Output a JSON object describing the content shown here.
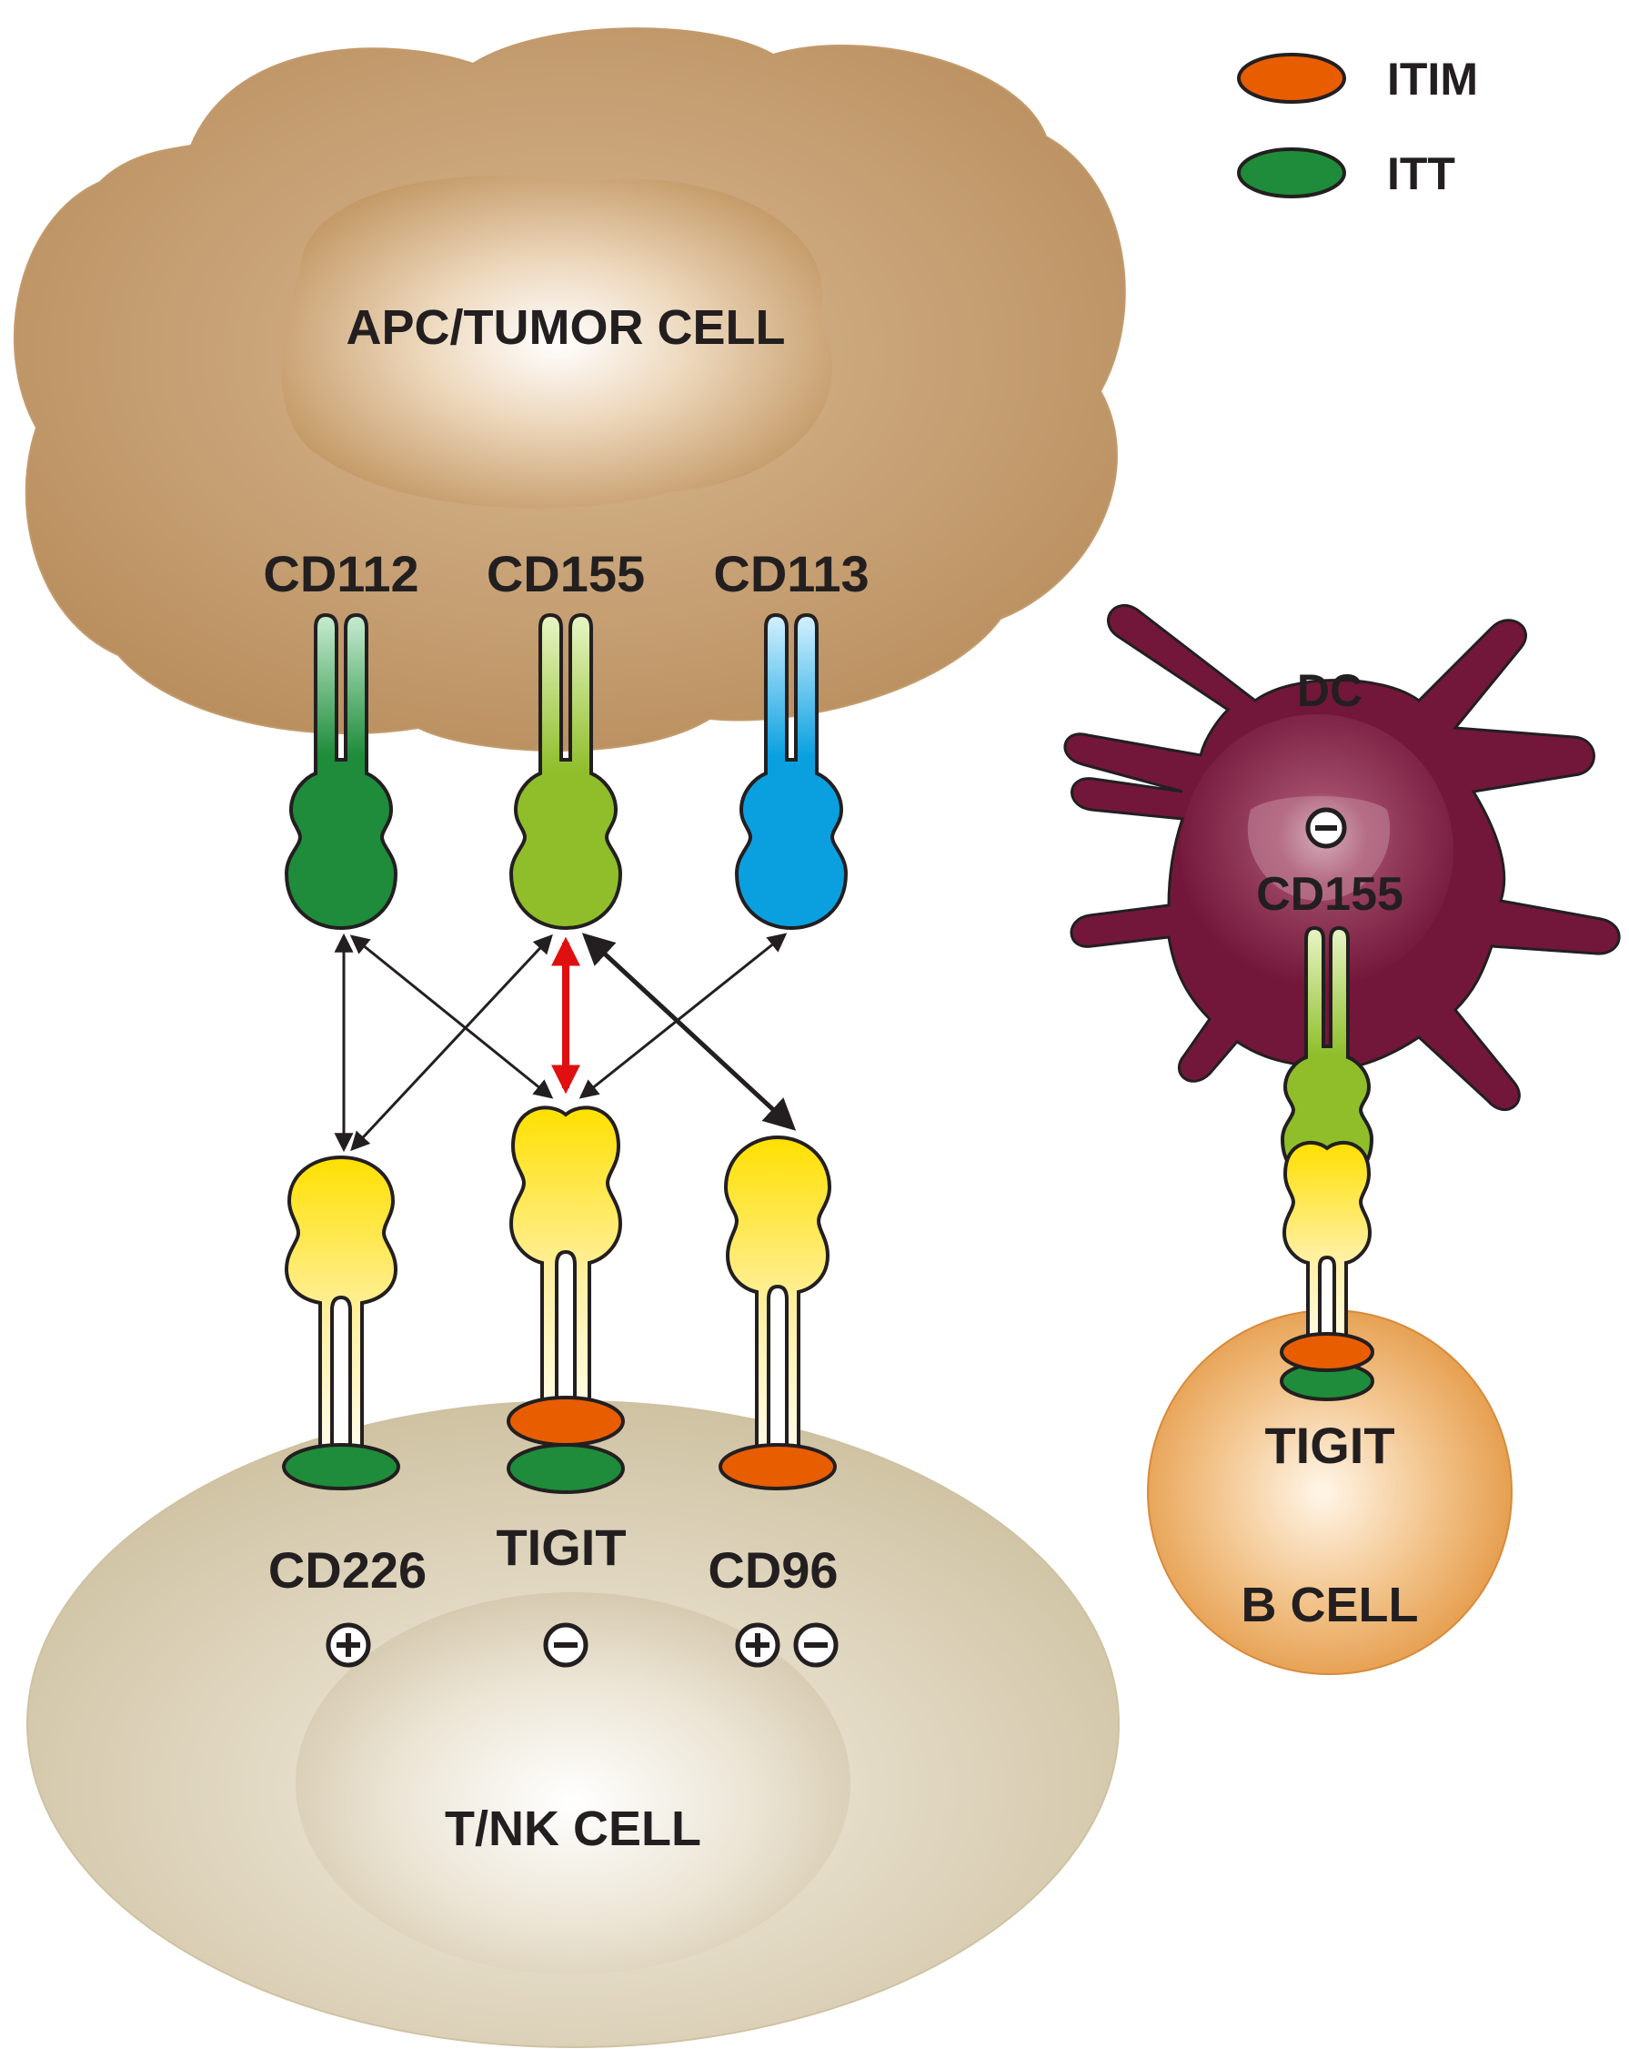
{
  "legend": [
    {
      "label": "ITIM",
      "color": "#e85d00"
    },
    {
      "label": "ITT",
      "color": "#1e8c3a"
    }
  ],
  "cells": {
    "apc": {
      "label": "APC/TUMOR CELL",
      "color": "#c8a27a"
    },
    "tnk": {
      "label": "T/NK CELL",
      "color": "#d8cdb2"
    },
    "dc": {
      "label": "DC",
      "color": "#7a1a38"
    },
    "bcell": {
      "label": "B CELL",
      "color": "#eaa860"
    }
  },
  "ligands": [
    {
      "label": "CD112",
      "color": "#1e8c3a"
    },
    {
      "label": "CD155",
      "color": "#8fbe2a"
    },
    {
      "label": "CD113",
      "color": "#0aa0e0"
    }
  ],
  "receptors": [
    {
      "label": "CD226",
      "signal": "+",
      "tails": [
        "ITT"
      ]
    },
    {
      "label": "TIGIT",
      "signal": "−",
      "tails": [
        "ITIM",
        "ITT"
      ]
    },
    {
      "label": "CD96",
      "signal": "+−",
      "tails": [
        "ITIM"
      ]
    }
  ],
  "receptor_color": "#ffe000",
  "highlight_arrow_color": "#e01010",
  "dc_ligand": {
    "label": "CD155",
    "signal": "−"
  },
  "bcell_receptor": {
    "label": "TIGIT"
  }
}
